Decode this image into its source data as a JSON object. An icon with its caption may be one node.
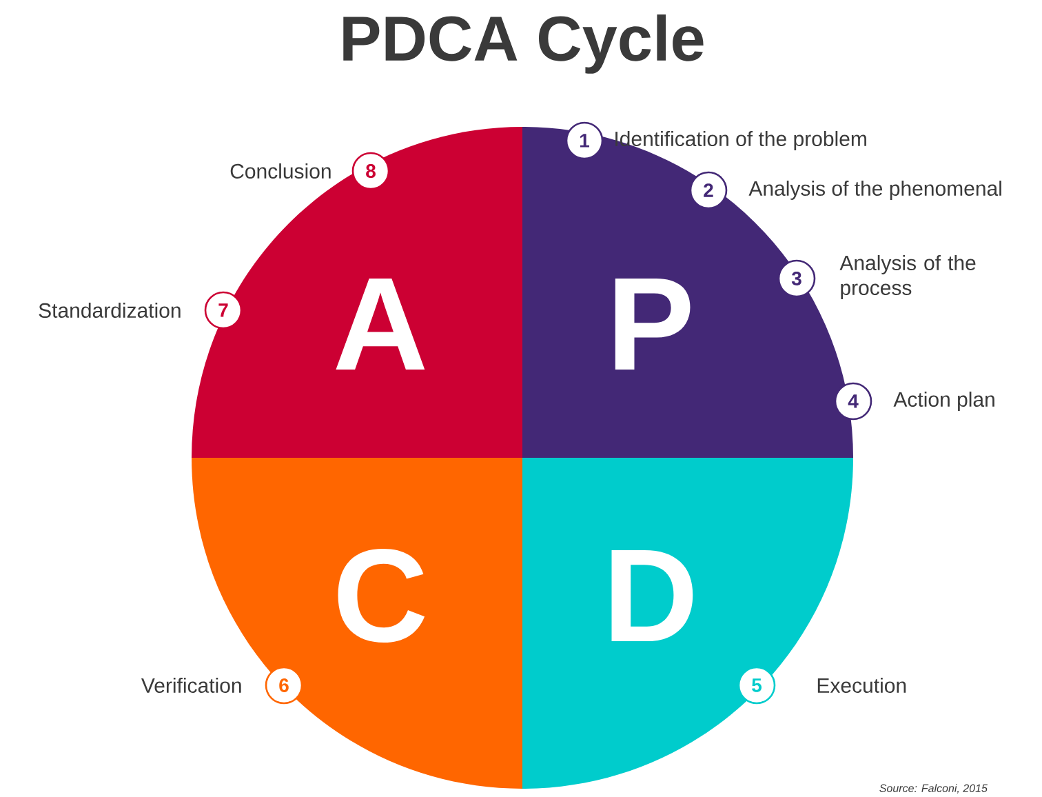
{
  "diagram": {
    "title": "PDCA Cycle",
    "nodes": [
      {
        "text": [
          "A"
        ]
      },
      {
        "text": [
          "P"
        ]
      },
      {
        "text": [
          "C"
        ]
      },
      {
        "text": [
          "D"
        ]
      },
      {
        "text": [
          "1"
        ],
        "beside": [
          "Identification of the problem"
        ]
      },
      {
        "text": [
          "2"
        ],
        "beside": [
          "Analysis of the phenomenal"
        ]
      },
      {
        "text": [
          "3"
        ],
        "beside": [
          "Analysis of the process"
        ]
      },
      {
        "text": [
          "4"
        ],
        "beside": [
          "Action plan"
        ]
      },
      {
        "text": [
          "5"
        ],
        "beside": [
          "Execution"
        ]
      },
      {
        "text": [
          "6"
        ],
        "beside": [
          "Verification"
        ]
      },
      {
        "text": [
          "7"
        ],
        "beside": [
          "Standardization"
        ]
      },
      {
        "text": [
          "8"
        ],
        "beside": [
          "Conclusion"
        ]
      }
    ],
    "labels": [
      "Source: Falconi, 2015"
    ]
  }
}
